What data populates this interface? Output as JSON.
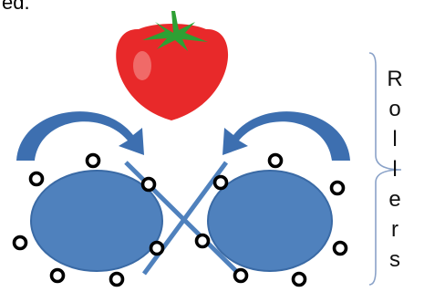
{
  "header": {
    "fragment": "ed."
  },
  "brace_label": {
    "text": "Rollers",
    "letters": [
      "R",
      "o",
      "l",
      "l",
      "e",
      "r",
      "s"
    ]
  },
  "colors": {
    "tomato": "#e8292a",
    "tomato_highlight": "#f6a09a",
    "leaf": "#2ea033",
    "roller": "#4f81bd",
    "roller_stroke": "#3a6aa5",
    "arrow": "#3d6fb0",
    "brace": "#8aa2c8",
    "ring": "#000000"
  },
  "icons": {
    "produce": "tomato-icon",
    "left_arrow": "curved-arrow-icon",
    "right_arrow": "curved-arrow-icon"
  }
}
